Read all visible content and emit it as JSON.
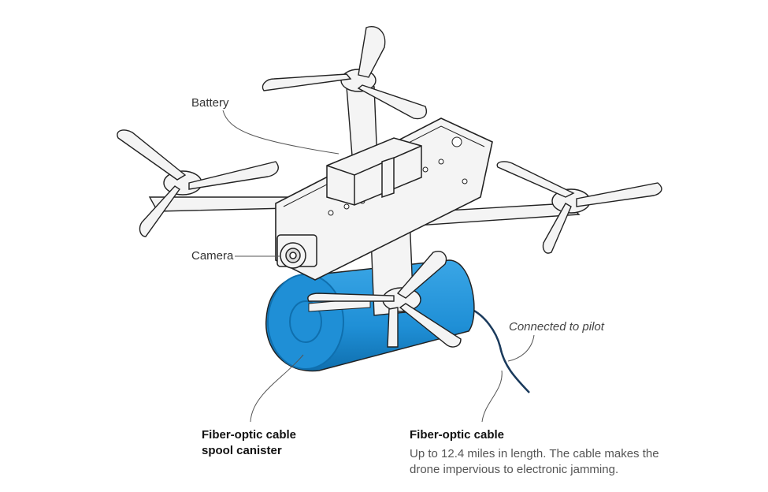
{
  "labels": {
    "battery": "Battery",
    "camera": "Camera",
    "connected": "Connected to pilot",
    "spool_line1": "Fiber-optic cable",
    "spool_line2": "spool canister",
    "cable_title": "Fiber-optic cable",
    "cable_desc_line1": "Up to 12.4 miles in length. The cable makes the",
    "cable_desc_line2": "drone impervious to electronic jamming."
  },
  "colors": {
    "canister": "#1f8fd6",
    "canister_dark": "#0f6fae",
    "outline": "#222222",
    "cable": "#1a3a5c",
    "frame_fill": "#f4f4f4"
  }
}
